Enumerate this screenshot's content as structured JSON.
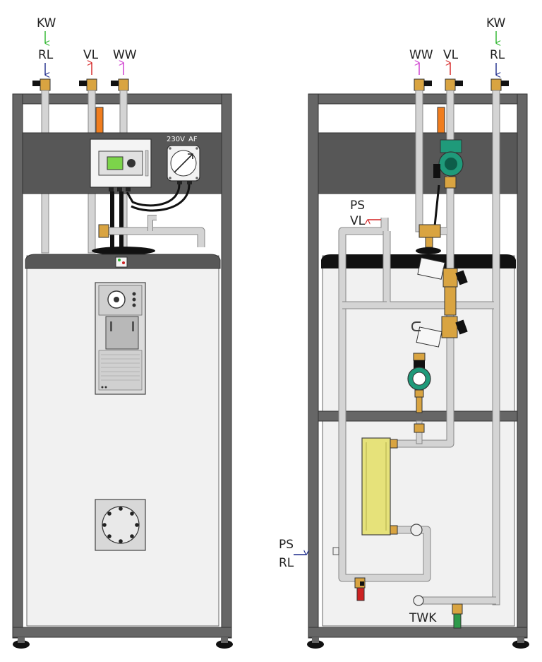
{
  "left_unit": {
    "labels": {
      "kw": "KW",
      "rl": "RL",
      "vl": "VL",
      "ww": "WW",
      "power": "230V",
      "sensor": "AF"
    }
  },
  "right_unit": {
    "labels": {
      "ww": "WW",
      "vl": "VL",
      "kw": "KW",
      "rl": "RL",
      "ps_top": "PS",
      "vl_side": "VL",
      "ps_bottom": "PS",
      "rl_side": "RL",
      "twk": "TWK"
    }
  },
  "colors": {
    "frame": "#555555",
    "pipe": "#d4d4d4",
    "panel": "#575757",
    "cold_water_arrow": "#2bb52b",
    "return_arrow": "#1c2a8a",
    "flow_arrow": "#d42020",
    "hot_water_arrow": "#cc33cc",
    "brass": "#d9a441",
    "pump": "#1f9a7a",
    "heat_exchanger": "#e6e27a",
    "drain_valve": "#cc2222",
    "twk_valve": "#2e9a4a"
  }
}
